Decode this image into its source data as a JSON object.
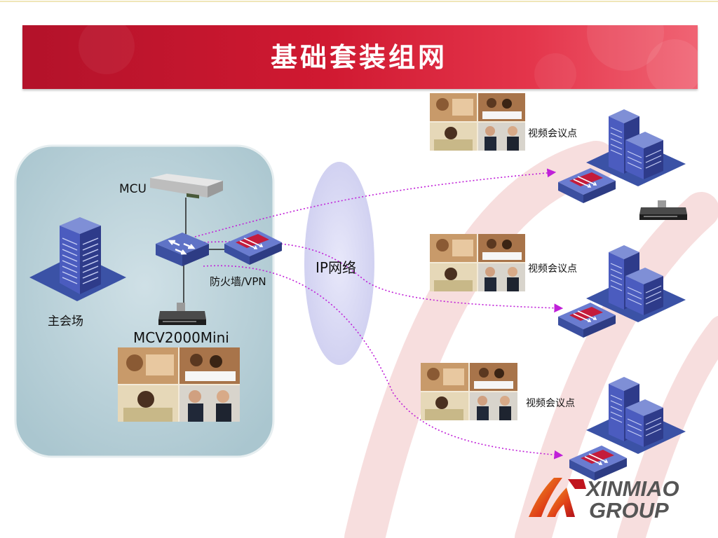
{
  "slide": {
    "title": "基础套装组网"
  },
  "main_site": {
    "label": "主会场",
    "mcu_label": "MCU",
    "terminal_label": "MCV2000Mini",
    "firewall_label": "防火墙/VPN"
  },
  "network": {
    "label": "IP网络"
  },
  "remote_sites": [
    {
      "label": "视频会议点"
    },
    {
      "label": "视频会议点"
    },
    {
      "label": "视频会议点"
    }
  ],
  "logo": {
    "line1": "XINMIAO",
    "line2": "GROUP"
  },
  "colors": {
    "banner_red": "#c8102e",
    "link_magenta": "#c020d8",
    "building_blue": "#3b4fa0",
    "panel_blue": "#b8d2da",
    "cloud_lavender": "#dcdcf4"
  }
}
